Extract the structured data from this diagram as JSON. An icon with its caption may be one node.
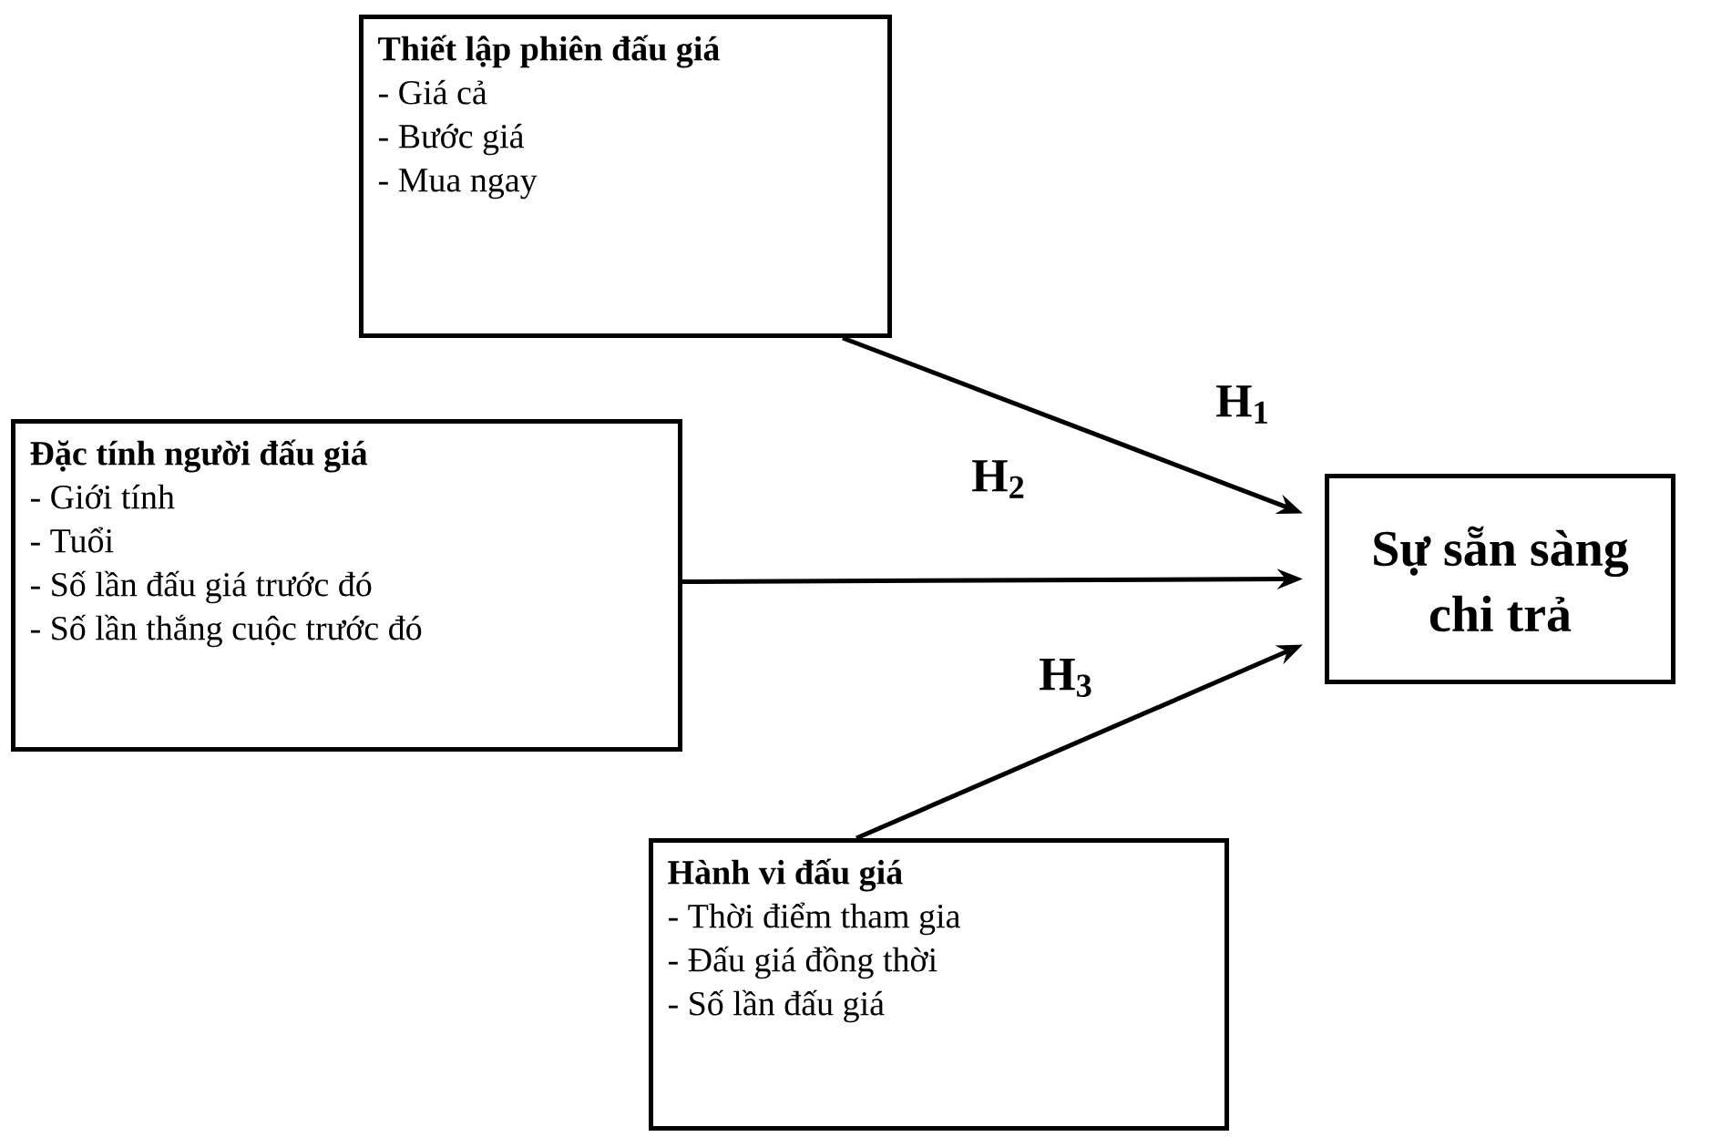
{
  "diagram": {
    "nodes": [
      {
        "text": [
          "Thiết lập phiên đấu giá",
          "- Giá cả",
          "- Bước giá",
          "- Mua ngay"
        ]
      },
      {
        "text": [
          "Đặc tính người đấu giá",
          "- Giới tính",
          "- Tuổi",
          "- Số lần đấu giá trước đó",
          "- Số lần thắng cuộc trước đó"
        ]
      },
      {
        "text": [
          "Hành vi đấu giá",
          "- Thời điểm tham gia",
          "- Đấu giá đồng thời",
          "- Số lần đấu giá"
        ]
      },
      {
        "text": [
          "Sự sẵn sàng chi trả"
        ]
      }
    ],
    "edges": [
      {
        "from": 0,
        "to": 3,
        "arrow": "to",
        "label": "H$_{1}$"
      },
      {
        "from": 1,
        "to": 3,
        "arrow": "to",
        "label": "H$_{2}$"
      },
      {
        "from": 2,
        "to": 3,
        "arrow": "to",
        "label": "H$_{3}$"
      }
    ]
  }
}
